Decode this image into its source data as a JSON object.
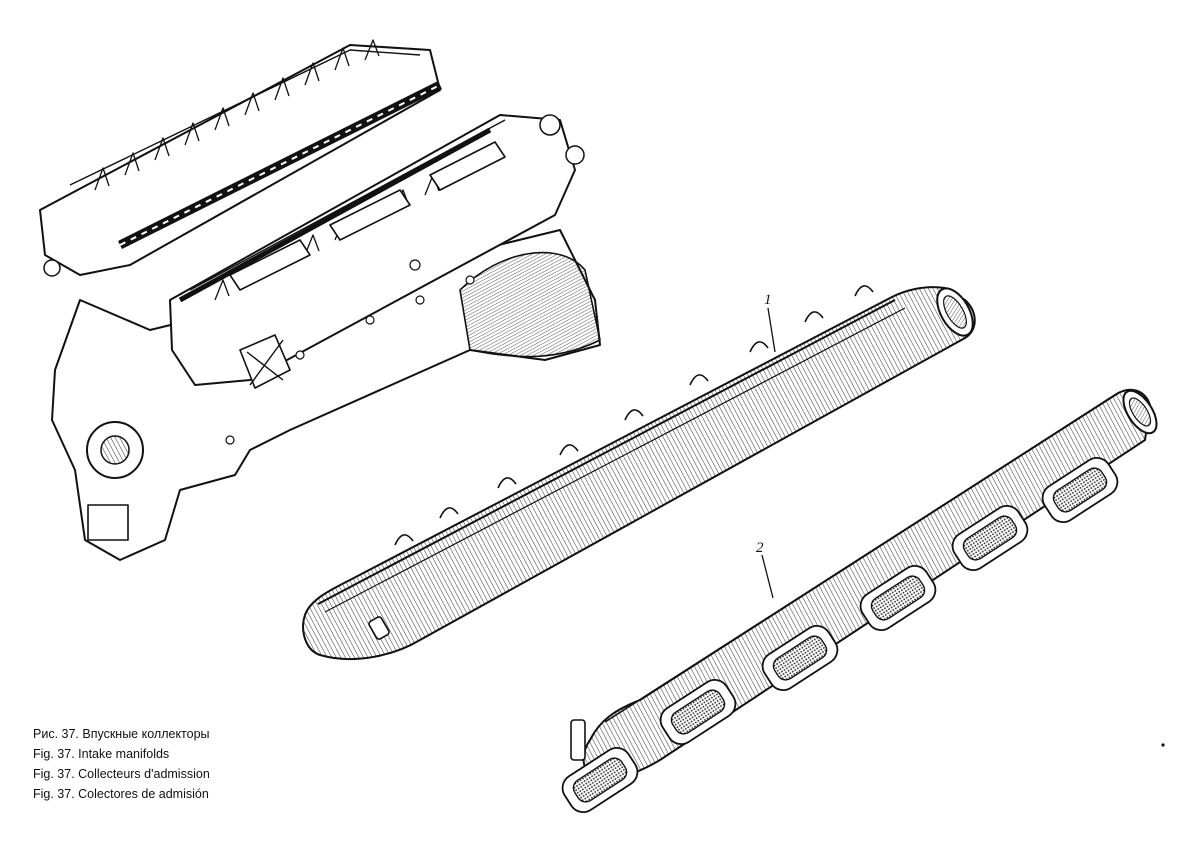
{
  "callouts": {
    "part1": "1",
    "part2": "2"
  },
  "caption": {
    "ru": "Рис. 37. Впускные коллекторы",
    "en": "Fig. 37. Intake manifolds",
    "fr": "Fig. 37. Collecteurs d'admission",
    "es": "Fig. 37. Colectores de admisión"
  },
  "colors": {
    "ink": "#111111",
    "paper": "#ffffff",
    "hatch": "#555555"
  }
}
